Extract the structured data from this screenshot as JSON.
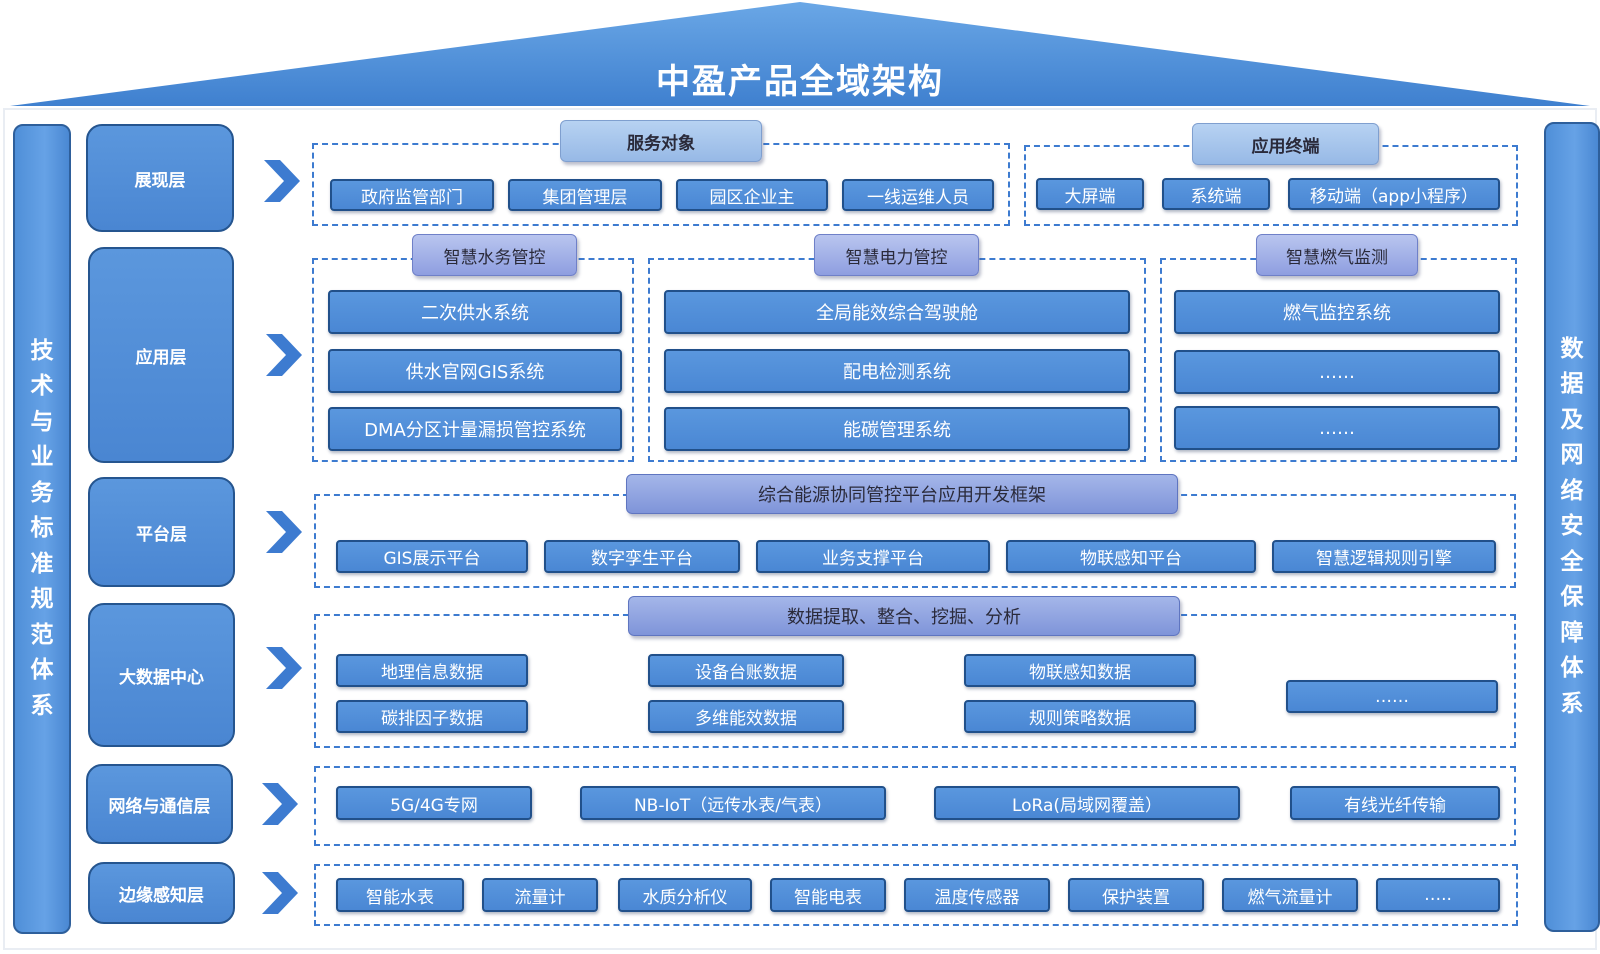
{
  "title": "中盈产品全域架构",
  "left_bar": "技术与业务标准规范体系",
  "right_bar": "数据及网络安全保障体系",
  "layers": [
    "展现层",
    "应用层",
    "平台层",
    "大数据中心",
    "网络与通信层",
    "边缘感知层"
  ],
  "presentation": {
    "service_targets": {
      "header": "服务对象",
      "items": [
        "政府监管部门",
        "集团管理层",
        "园区企业主",
        "一线运维人员"
      ]
    },
    "app_terminals": {
      "header": "应用终端",
      "items": [
        "大屏端",
        "系统端",
        "移动端（app小程序）"
      ]
    }
  },
  "application": {
    "water": {
      "header": "智慧水务管控",
      "items": [
        "二次供水系统",
        "供水官网GIS系统",
        "DMA分区计量漏损管控系统"
      ]
    },
    "power": {
      "header": "智慧电力管控",
      "items": [
        "全局能效综合驾驶舱",
        "配电检测系统",
        "能碳管理系统"
      ]
    },
    "gas": {
      "header": "智慧燃气监测",
      "items": [
        "燃气监控系统",
        "……",
        "……"
      ]
    }
  },
  "platform": {
    "header": "综合能源协同管控平台应用开发框架",
    "items": [
      "GIS展示平台",
      "数字孪生平台",
      "业务支撑平台",
      "物联感知平台",
      "智慧逻辑规则引擎"
    ]
  },
  "bigdata": {
    "header": "数据提取、整合、挖掘、分析",
    "items": [
      "地理信息数据",
      "碳排因子数据",
      "设备台账数据",
      "多维能效数据",
      "物联感知数据",
      "规则策略数据",
      "……"
    ]
  },
  "network": {
    "items": [
      "5G/4G专网",
      "NB-IoT（远传水表/气表）",
      "LoRa(局域网覆盖）",
      "有线光纤传输"
    ]
  },
  "edge": {
    "items": [
      "智能水表",
      "流量计",
      "水质分析仪",
      "智能电表",
      "温度传感器",
      "保护装置",
      "燃气流量计",
      "….."
    ]
  },
  "colors": {
    "primary_box": "#4a87d4",
    "box_border": "#21508a",
    "dashed_border": "#3d7bd0",
    "header_light": "#a8c6ee",
    "header_violet": "#8e9ee0"
  }
}
